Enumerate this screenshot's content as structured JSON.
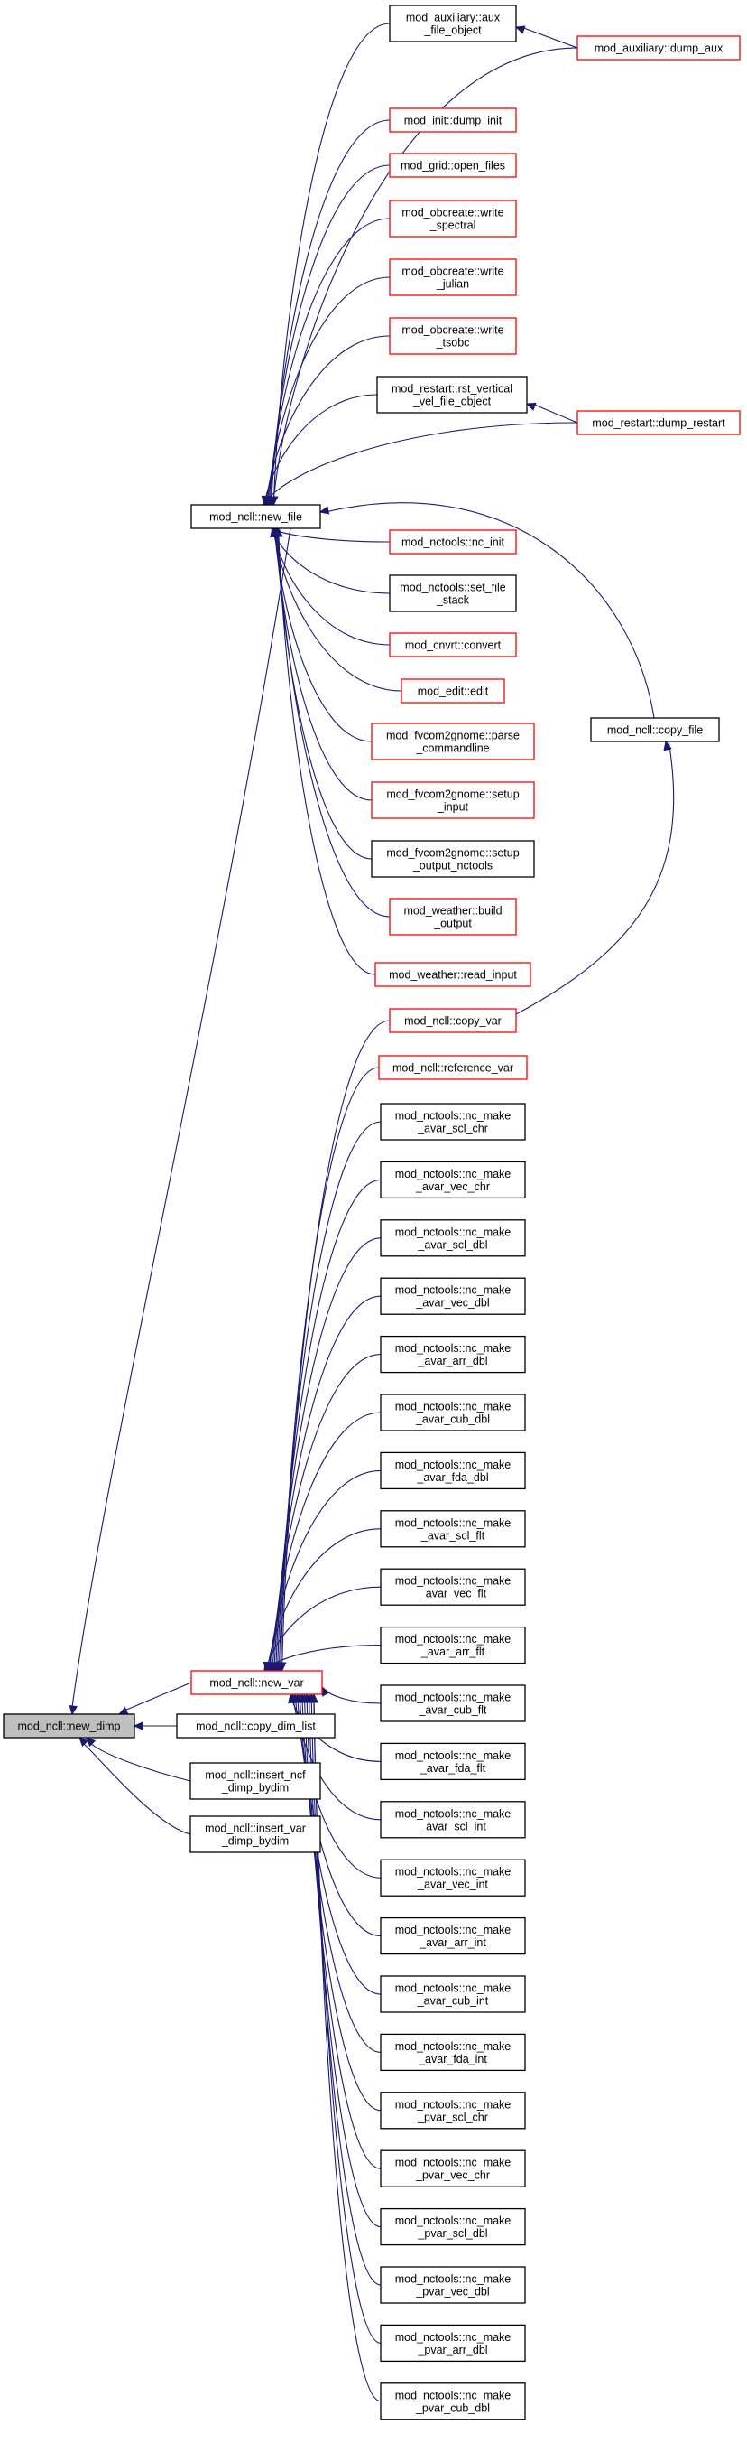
{
  "colors": {
    "edge": "#191970",
    "border_linked": "#ff0000",
    "border_plain": "#000000",
    "root_fill": "#bfbfbf",
    "node_fill": "#ffffff"
  },
  "nodes": [
    {
      "id": "new_dimp",
      "lines": [
        "mod_ncll::new_dimp"
      ],
      "kind": "root"
    },
    {
      "id": "new_file",
      "lines": [
        "mod_ncll::new_file"
      ],
      "kind": "plain"
    },
    {
      "id": "new_var",
      "lines": [
        "mod_ncll::new_var"
      ],
      "kind": "linked"
    },
    {
      "id": "copy_dim_list",
      "lines": [
        "mod_ncll::copy_dim_list"
      ],
      "kind": "plain"
    },
    {
      "id": "insert_ncf_dimp_bydim",
      "lines": [
        "mod_ncll::insert_ncf",
        "_dimp_bydim"
      ],
      "kind": "plain"
    },
    {
      "id": "insert_var_dimp_bydim",
      "lines": [
        "mod_ncll::insert_var",
        "_dimp_bydim"
      ],
      "kind": "plain"
    },
    {
      "id": "aux_file_object",
      "lines": [
        "mod_auxiliary::aux",
        "_file_object"
      ],
      "kind": "plain"
    },
    {
      "id": "dump_aux",
      "lines": [
        "mod_auxiliary::dump_aux"
      ],
      "kind": "linked"
    },
    {
      "id": "dump_init",
      "lines": [
        "mod_init::dump_init"
      ],
      "kind": "linked"
    },
    {
      "id": "open_files",
      "lines": [
        "mod_grid::open_files"
      ],
      "kind": "linked"
    },
    {
      "id": "write_spectral",
      "lines": [
        "mod_obcreate::write",
        "_spectral"
      ],
      "kind": "linked"
    },
    {
      "id": "write_julian",
      "lines": [
        "mod_obcreate::write",
        "_julian"
      ],
      "kind": "linked"
    },
    {
      "id": "write_tsobc",
      "lines": [
        "mod_obcreate::write",
        "_tsobc"
      ],
      "kind": "linked"
    },
    {
      "id": "rst_vertical",
      "lines": [
        "mod_restart::rst_vertical",
        "_vel_file_object"
      ],
      "kind": "plain"
    },
    {
      "id": "dump_restart",
      "lines": [
        "mod_restart::dump_restart"
      ],
      "kind": "linked"
    },
    {
      "id": "nc_init",
      "lines": [
        "mod_nctools::nc_init"
      ],
      "kind": "linked"
    },
    {
      "id": "set_file_stack",
      "lines": [
        "mod_nctools::set_file",
        "_stack"
      ],
      "kind": "plain"
    },
    {
      "id": "convert",
      "lines": [
        "mod_cnvrt::convert"
      ],
      "kind": "linked"
    },
    {
      "id": "edit",
      "lines": [
        "mod_edit::edit"
      ],
      "kind": "linked"
    },
    {
      "id": "parse_commandline",
      "lines": [
        "mod_fvcom2gnome::parse",
        "_commandline"
      ],
      "kind": "linked"
    },
    {
      "id": "setup_input",
      "lines": [
        "mod_fvcom2gnome::setup",
        "_input"
      ],
      "kind": "linked"
    },
    {
      "id": "setup_output_nctools",
      "lines": [
        "mod_fvcom2gnome::setup",
        "_output_nctools"
      ],
      "kind": "plain"
    },
    {
      "id": "build_output",
      "lines": [
        "mod_weather::build",
        "_output"
      ],
      "kind": "linked"
    },
    {
      "id": "read_input",
      "lines": [
        "mod_weather::read_input"
      ],
      "kind": "linked"
    },
    {
      "id": "copy_file",
      "lines": [
        "mod_ncll::copy_file"
      ],
      "kind": "plain"
    },
    {
      "id": "copy_var",
      "lines": [
        "mod_ncll::copy_var"
      ],
      "kind": "linked"
    },
    {
      "id": "reference_var",
      "lines": [
        "mod_ncll::reference_var"
      ],
      "kind": "linked"
    },
    {
      "id": "avar_scl_chr",
      "lines": [
        "mod_nctools::nc_make",
        "_avar_scl_chr"
      ],
      "kind": "plain"
    },
    {
      "id": "avar_vec_chr",
      "lines": [
        "mod_nctools::nc_make",
        "_avar_vec_chr"
      ],
      "kind": "plain"
    },
    {
      "id": "avar_scl_dbl",
      "lines": [
        "mod_nctools::nc_make",
        "_avar_scl_dbl"
      ],
      "kind": "plain"
    },
    {
      "id": "avar_vec_dbl",
      "lines": [
        "mod_nctools::nc_make",
        "_avar_vec_dbl"
      ],
      "kind": "plain"
    },
    {
      "id": "avar_arr_dbl",
      "lines": [
        "mod_nctools::nc_make",
        "_avar_arr_dbl"
      ],
      "kind": "plain"
    },
    {
      "id": "avar_cub_dbl",
      "lines": [
        "mod_nctools::nc_make",
        "_avar_cub_dbl"
      ],
      "kind": "plain"
    },
    {
      "id": "avar_fda_dbl",
      "lines": [
        "mod_nctools::nc_make",
        "_avar_fda_dbl"
      ],
      "kind": "plain"
    },
    {
      "id": "avar_scl_flt",
      "lines": [
        "mod_nctools::nc_make",
        "_avar_scl_flt"
      ],
      "kind": "plain"
    },
    {
      "id": "avar_vec_flt",
      "lines": [
        "mod_nctools::nc_make",
        "_avar_vec_flt"
      ],
      "kind": "plain"
    },
    {
      "id": "avar_arr_flt",
      "lines": [
        "mod_nctools::nc_make",
        "_avar_arr_flt"
      ],
      "kind": "plain"
    },
    {
      "id": "avar_cub_flt",
      "lines": [
        "mod_nctools::nc_make",
        "_avar_cub_flt"
      ],
      "kind": "plain"
    },
    {
      "id": "avar_fda_flt",
      "lines": [
        "mod_nctools::nc_make",
        "_avar_fda_flt"
      ],
      "kind": "plain"
    },
    {
      "id": "avar_scl_int",
      "lines": [
        "mod_nctools::nc_make",
        "_avar_scl_int"
      ],
      "kind": "plain"
    },
    {
      "id": "avar_vec_int",
      "lines": [
        "mod_nctools::nc_make",
        "_avar_vec_int"
      ],
      "kind": "plain"
    },
    {
      "id": "avar_arr_int",
      "lines": [
        "mod_nctools::nc_make",
        "_avar_arr_int"
      ],
      "kind": "plain"
    },
    {
      "id": "avar_cub_int",
      "lines": [
        "mod_nctools::nc_make",
        "_avar_cub_int"
      ],
      "kind": "plain"
    },
    {
      "id": "avar_fda_int",
      "lines": [
        "mod_nctools::nc_make",
        "_avar_fda_int"
      ],
      "kind": "plain"
    },
    {
      "id": "pvar_scl_chr",
      "lines": [
        "mod_nctools::nc_make",
        "_pvar_scl_chr"
      ],
      "kind": "plain"
    },
    {
      "id": "pvar_vec_chr",
      "lines": [
        "mod_nctools::nc_make",
        "_pvar_vec_chr"
      ],
      "kind": "plain"
    },
    {
      "id": "pvar_scl_dbl",
      "lines": [
        "mod_nctools::nc_make",
        "_pvar_scl_dbl"
      ],
      "kind": "plain"
    },
    {
      "id": "pvar_vec_dbl",
      "lines": [
        "mod_nctools::nc_make",
        "_pvar_vec_dbl"
      ],
      "kind": "plain"
    },
    {
      "id": "pvar_arr_dbl",
      "lines": [
        "mod_nctools::nc_make",
        "_pvar_arr_dbl"
      ],
      "kind": "plain"
    },
    {
      "id": "pvar_cub_dbl",
      "lines": [
        "mod_nctools::nc_make",
        "_pvar_cub_dbl"
      ],
      "kind": "plain"
    }
  ],
  "edges": [
    [
      "new_file",
      "new_dimp"
    ],
    [
      "new_var",
      "new_dimp"
    ],
    [
      "copy_dim_list",
      "new_dimp"
    ],
    [
      "insert_ncf_dimp_bydim",
      "new_dimp"
    ],
    [
      "insert_var_dimp_bydim",
      "new_dimp"
    ],
    [
      "aux_file_object",
      "new_file"
    ],
    [
      "dump_aux",
      "new_file"
    ],
    [
      "dump_init",
      "new_file"
    ],
    [
      "open_files",
      "new_file"
    ],
    [
      "write_spectral",
      "new_file"
    ],
    [
      "write_julian",
      "new_file"
    ],
    [
      "write_tsobc",
      "new_file"
    ],
    [
      "rst_vertical",
      "new_file"
    ],
    [
      "dump_restart",
      "new_file"
    ],
    [
      "nc_init",
      "new_file"
    ],
    [
      "set_file_stack",
      "new_file"
    ],
    [
      "convert",
      "new_file"
    ],
    [
      "edit",
      "new_file"
    ],
    [
      "parse_commandline",
      "new_file"
    ],
    [
      "setup_input",
      "new_file"
    ],
    [
      "setup_output_nctools",
      "new_file"
    ],
    [
      "build_output",
      "new_file"
    ],
    [
      "read_input",
      "new_file"
    ],
    [
      "copy_file",
      "new_file"
    ],
    [
      "dump_aux",
      "aux_file_object"
    ],
    [
      "dump_restart",
      "rst_vertical"
    ],
    [
      "copy_var",
      "copy_file"
    ],
    [
      "copy_var",
      "new_var"
    ],
    [
      "reference_var",
      "new_var"
    ],
    [
      "avar_scl_chr",
      "new_var"
    ],
    [
      "avar_vec_chr",
      "new_var"
    ],
    [
      "avar_scl_dbl",
      "new_var"
    ],
    [
      "avar_vec_dbl",
      "new_var"
    ],
    [
      "avar_arr_dbl",
      "new_var"
    ],
    [
      "avar_cub_dbl",
      "new_var"
    ],
    [
      "avar_fda_dbl",
      "new_var"
    ],
    [
      "avar_scl_flt",
      "new_var"
    ],
    [
      "avar_vec_flt",
      "new_var"
    ],
    [
      "avar_arr_flt",
      "new_var"
    ],
    [
      "avar_cub_flt",
      "new_var"
    ],
    [
      "avar_fda_flt",
      "new_var"
    ],
    [
      "avar_scl_int",
      "new_var"
    ],
    [
      "avar_vec_int",
      "new_var"
    ],
    [
      "avar_arr_int",
      "new_var"
    ],
    [
      "avar_cub_int",
      "new_var"
    ],
    [
      "avar_fda_int",
      "new_var"
    ],
    [
      "pvar_scl_chr",
      "new_var"
    ],
    [
      "pvar_vec_chr",
      "new_var"
    ],
    [
      "pvar_scl_dbl",
      "new_var"
    ],
    [
      "pvar_vec_dbl",
      "new_var"
    ],
    [
      "pvar_arr_dbl",
      "new_var"
    ],
    [
      "pvar_cub_dbl",
      "new_var"
    ]
  ]
}
